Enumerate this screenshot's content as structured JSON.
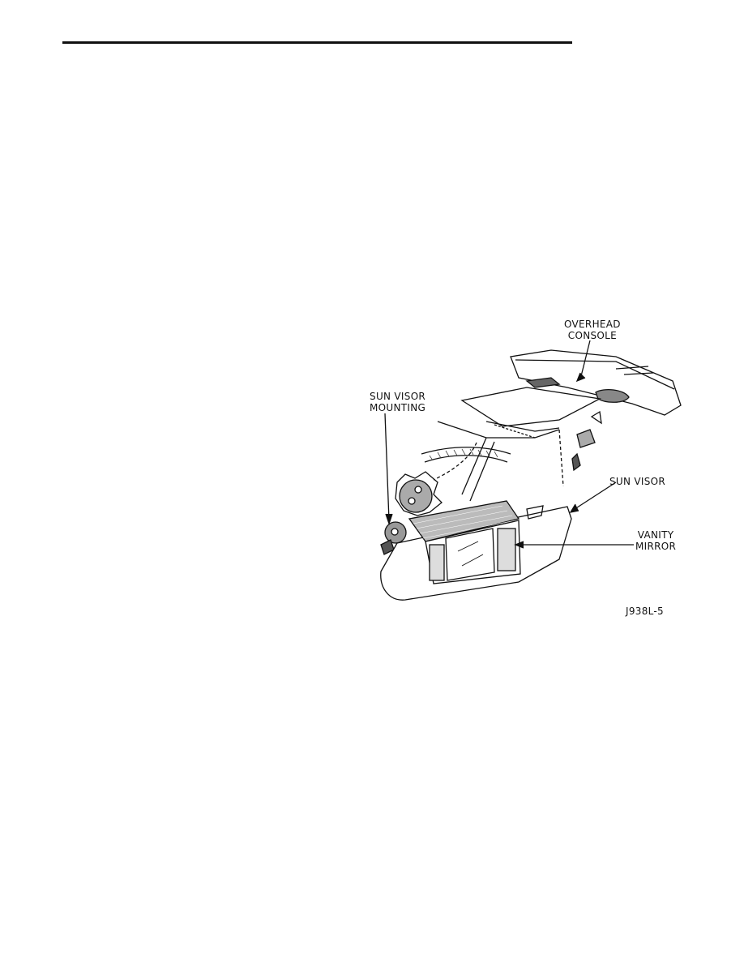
{
  "figure": {
    "callouts": {
      "overhead_console_line1": "OVERHEAD",
      "overhead_console_line2": "CONSOLE",
      "sun_visor_mounting_line1": "SUN VISOR",
      "sun_visor_mounting_line2": "MOUNTING",
      "sun_visor": "SUN VISOR",
      "vanity_mirror_line1": "VANITY",
      "vanity_mirror_line2": "MIRROR"
    },
    "figure_code": "J938L-5"
  }
}
